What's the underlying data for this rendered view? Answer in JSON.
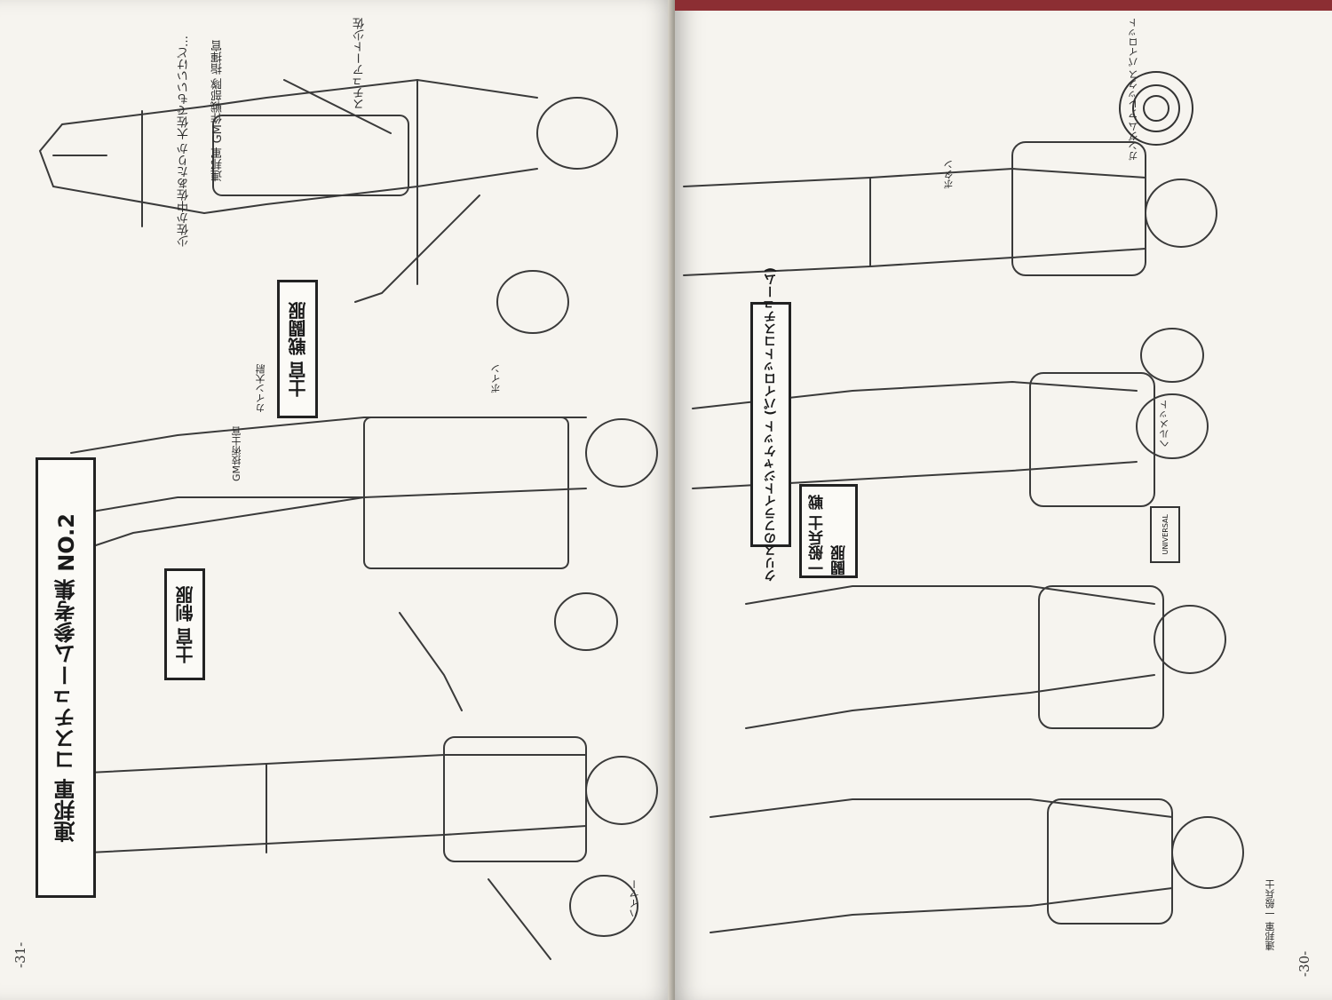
{
  "left_page": {
    "title": "連邦軍 コスチューム参考集 NO.2",
    "page_number": "-31-",
    "labels": {
      "officer_combat": "士官 戦闘服",
      "officer_uniform": "士官 制服"
    },
    "notes": [
      "スチュアート少佐",
      "連邦軍 GM作戦部隊 指揮官",
      "少佐か中佐あたりか 大佐でもいいけど…",
      "GM技術士官",
      "カイン大尉",
      "ボイン",
      "ハイヤー"
    ]
  },
  "right_page": {
    "page_number": "-30-",
    "labels": {
      "enlisted_combat": "一般兵士 戦闘服",
      "chris_flight": "クリスのフライトジャケット (パイロットコスチューム)"
    },
    "notes": [
      "ガンダム アレックス パイロット",
      "ヘルメット",
      "連邦軍 一般兵士",
      "ボタン"
    ],
    "patch_text": "UNIVERSAL"
  },
  "colors": {
    "paper": "#f6f4ef",
    "ink": "#1a1a1a",
    "cover_edge": "#8c2e33"
  }
}
